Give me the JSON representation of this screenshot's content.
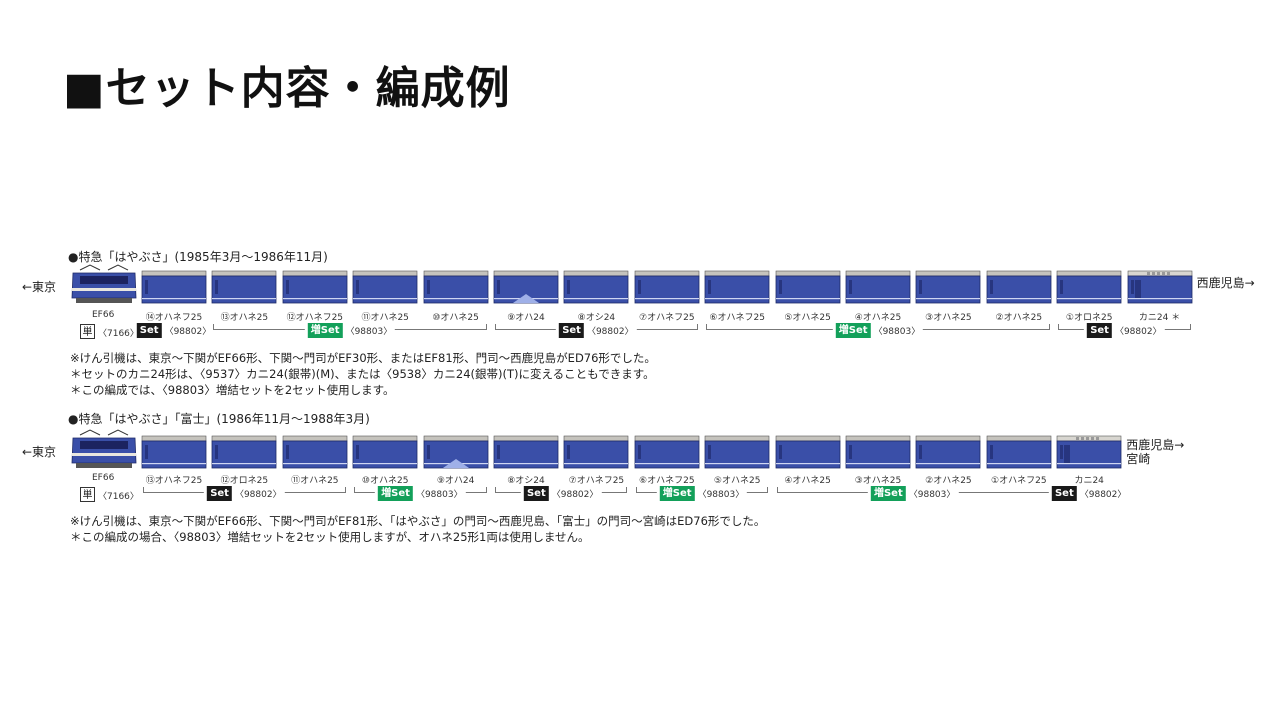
{
  "page_title": "■セット内容・編成例",
  "colors": {
    "car_body": "#3a4fa8",
    "car_roof": "#c5c3bd",
    "set_badge": "#1a1a1a",
    "zoset_badge": "#13a05a"
  },
  "sections": [
    {
      "heading": "●特急「はやぶさ」(1985年3月〜1986年11月)",
      "left_dir": "←東京",
      "right_dir": [
        "西鹿児島→"
      ],
      "loco": {
        "name": "EF66",
        "tan": "単",
        "code": "〈7166〉"
      },
      "cars": [
        "⑭オハネフ25",
        "⑬オハネ25",
        "⑫オハネフ25",
        "⑪オハネ25",
        "⑩オハネ25",
        "⑨オハ24",
        "⑧オシ24",
        "⑦オハネフ25",
        "⑥オハネフ25",
        "⑤オハネ25",
        "④オハネ25",
        "③オハネ25",
        "②オハネ25",
        "①オロネ25",
        "カニ24 ＊"
      ],
      "groups": [
        {
          "start": 0,
          "end": 0,
          "badge": "Set",
          "kind": "set",
          "code": "〈98802〉"
        },
        {
          "start": 1,
          "end": 4,
          "badge": "増Set",
          "kind": "zoset",
          "code": "〈98803〉"
        },
        {
          "start": 5,
          "end": 7,
          "badge": "Set",
          "kind": "set",
          "code": "〈98802〉"
        },
        {
          "start": 8,
          "end": 12,
          "badge": "増Set",
          "kind": "zoset",
          "code": "〈98803〉"
        },
        {
          "start": 13,
          "end": 14,
          "badge": "Set",
          "kind": "set",
          "code": "〈98802〉"
        }
      ],
      "notes": [
        "※けん引機は、東京〜下関がEF66形、下関〜門司がEF30形、またはEF81形、門司〜西鹿児島がED76形でした。",
        "＊セットのカニ24形は、〈9537〉カニ24(銀帯)(M)、または〈9538〉カニ24(銀帯)(T)に変えることもできます。",
        "＊この編成では、〈98803〉増結セットを2セット使用します。"
      ]
    },
    {
      "heading": "●特急「はやぶさ」「富士」(1986年11月〜1988年3月)",
      "left_dir": "←東京",
      "right_dir": [
        "西鹿児島→",
        "宮崎"
      ],
      "loco": {
        "name": "EF66",
        "tan": "単",
        "code": "〈7166〉"
      },
      "cars": [
        "⑬オハネフ25",
        "⑫オロネ25",
        "⑪オハネ25",
        "⑩オハネ25",
        "⑨オハ24",
        "⑧オシ24",
        "⑦オハネフ25",
        "⑥オハネフ25",
        "⑤オハネ25",
        "④オハネ25",
        "③オハネ25",
        "②オハネ25",
        "①オハネフ25",
        "カニ24"
      ],
      "groups": [
        {
          "start": 0,
          "end": 2,
          "badge": "Set",
          "kind": "set",
          "code": "〈98802〉"
        },
        {
          "start": 3,
          "end": 4,
          "badge": "増Set",
          "kind": "zoset",
          "code": "〈98803〉"
        },
        {
          "start": 5,
          "end": 6,
          "badge": "Set",
          "kind": "set",
          "code": "〈98802〉"
        },
        {
          "start": 7,
          "end": 8,
          "badge": "増Set",
          "kind": "zoset",
          "code": "〈98803〉"
        },
        {
          "start": 9,
          "end": 12,
          "badge": "増Set",
          "kind": "zoset",
          "code": "〈98803〉"
        },
        {
          "start": 13,
          "end": 13,
          "badge": "Set",
          "kind": "set",
          "code": "〈98802〉"
        }
      ],
      "notes": [
        "※けん引機は、東京〜下関がEF66形、下関〜門司がEF81形、「はやぶさ」の門司〜西鹿児島、「富士」の門司〜宮崎はED76形でした。",
        "＊この編成の場合、〈98803〉増結セットを2セット使用しますが、オハネ25形1両は使用しません。"
      ]
    }
  ]
}
